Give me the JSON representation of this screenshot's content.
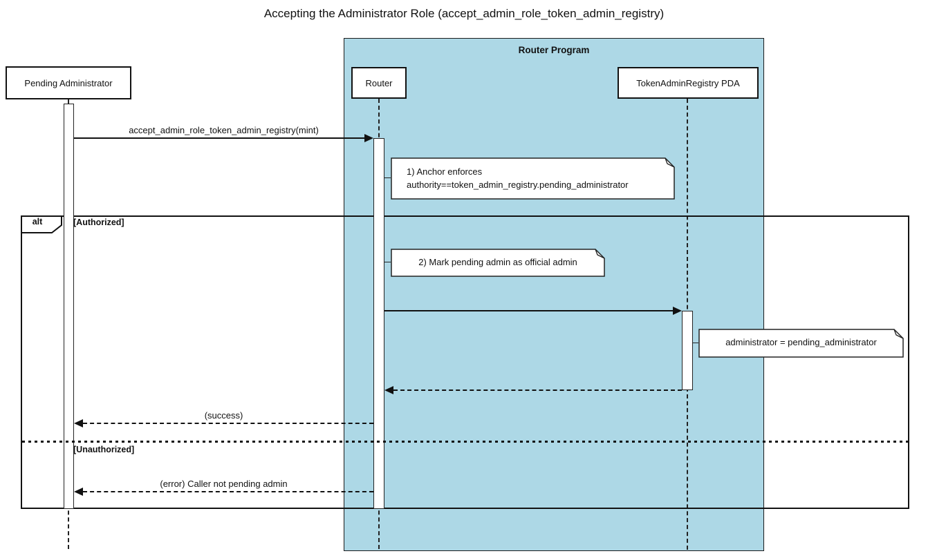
{
  "title": "Accepting the Administrator Role (accept_admin_role_token_admin_registry)",
  "container": {
    "label": "Router Program"
  },
  "actors": {
    "pending_admin": {
      "label": "Pending Administrator"
    },
    "router": {
      "label": "Router"
    },
    "registry": {
      "label": "TokenAdminRegistry PDA"
    }
  },
  "messages": {
    "accept_admin_role": {
      "label": "accept_admin_role_token_admin_registry(mint)"
    },
    "success_return": {
      "label": "(success)"
    },
    "error_return": {
      "label": "(error) Caller not pending admin"
    }
  },
  "notes": {
    "anchor_enforces": {
      "line1": "1) Anchor enforces",
      "line2": "authority==token_admin_registry.pending_administrator"
    },
    "mark_pending": {
      "text": "2) Mark pending admin as official admin"
    },
    "assign_admin": {
      "text": "administrator = pending_administrator"
    }
  },
  "alt_frame": {
    "operator": "alt",
    "guard_authorized": "[Authorized]",
    "guard_unauthorized": "[Unauthorized]"
  },
  "colors": {
    "program_fill": "#ADD8E6",
    "line": "#111111",
    "note_fill": "#FFFFFF"
  }
}
